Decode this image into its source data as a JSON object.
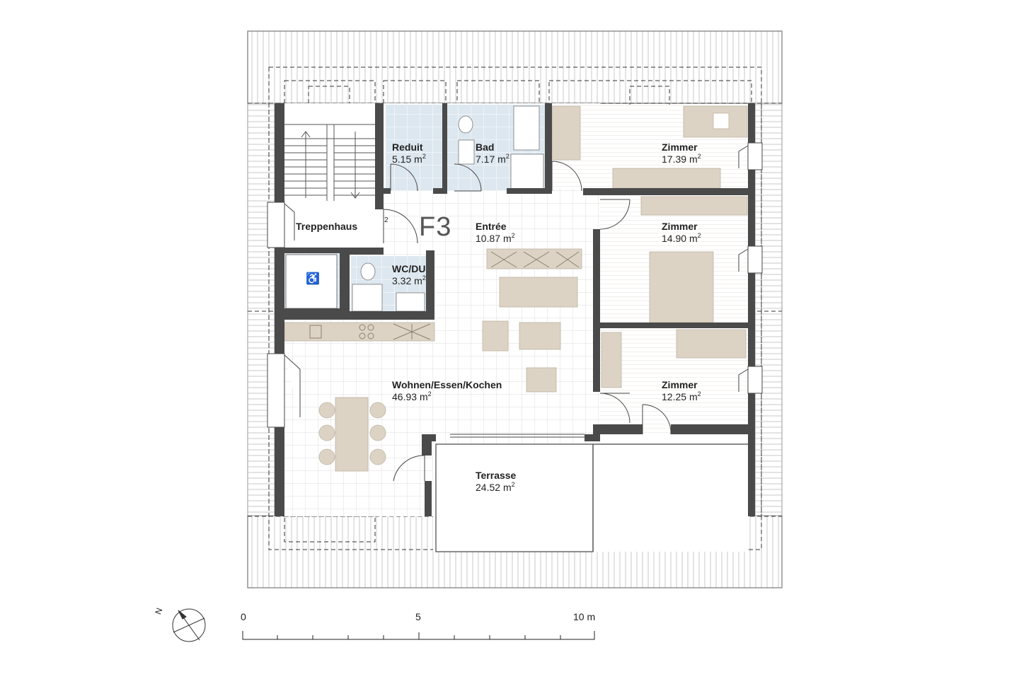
{
  "plan": {
    "unit_code": "F3",
    "area_unit": "m",
    "area_exponent": "2",
    "rooms": [
      {
        "id": "reduit",
        "name": "Reduit",
        "area": "5.15"
      },
      {
        "id": "bad",
        "name": "Bad",
        "area": "7.17"
      },
      {
        "id": "zimmer1",
        "name": "Zimmer",
        "area": "17.39"
      },
      {
        "id": "treppenhaus",
        "name": "Treppenhaus",
        "area": ""
      },
      {
        "id": "entree",
        "name": "Entrée",
        "area": "10.87"
      },
      {
        "id": "zimmer2",
        "name": "Zimmer",
        "area": "14.90"
      },
      {
        "id": "wcdu",
        "name": "WC/DU",
        "area": "3.32"
      },
      {
        "id": "wohnen",
        "name": "Wohnen/Essen/Kochen",
        "area": "46.93"
      },
      {
        "id": "zimmer3",
        "name": "Zimmer",
        "area": "12.25"
      },
      {
        "id": "terrasse",
        "name": "Terrasse",
        "area": "24.52"
      }
    ],
    "stair_step_number": "2",
    "accessibility_symbol": "♿"
  },
  "scale_bar": {
    "tick_0": "0",
    "tick_5": "5",
    "tick_10": "10 m"
  },
  "north_arrow": {
    "label": "N"
  },
  "colors": {
    "wall": "#4a4a4a",
    "tile_grid": "#dddddd",
    "wet_room_tile": "#dde7ef",
    "furniture": "#ddd3c4",
    "wood_floor_line": "#e3ddd5"
  }
}
